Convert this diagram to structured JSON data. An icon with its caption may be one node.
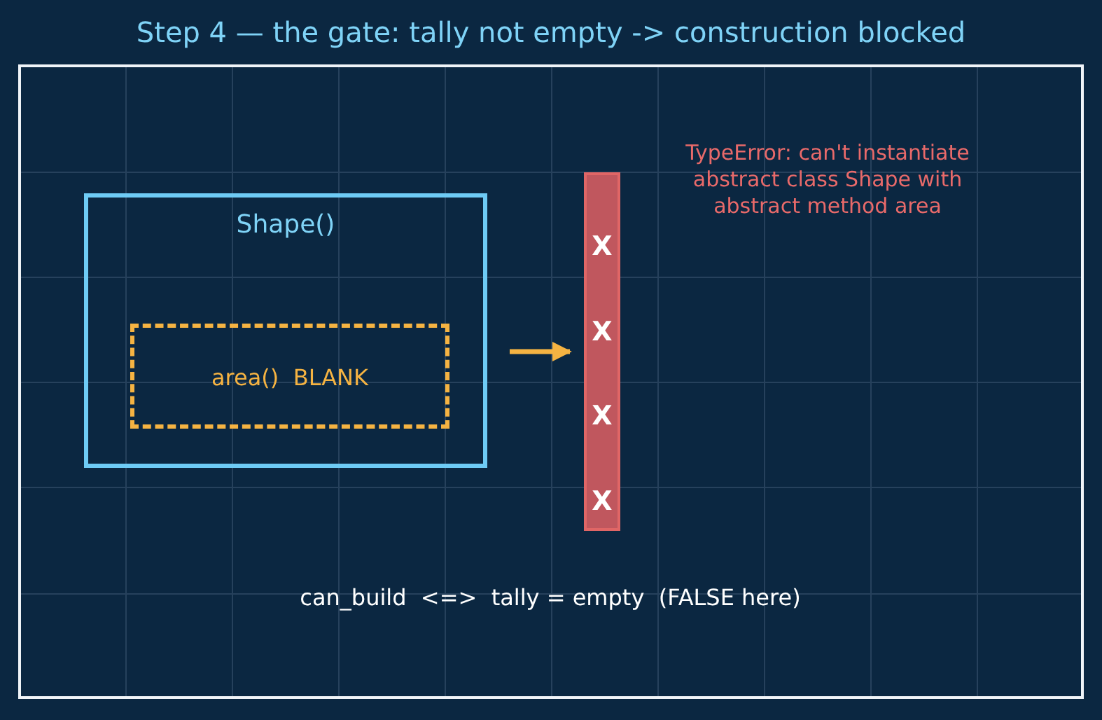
{
  "diagram": {
    "title": "Step 4 — the gate: tally not empty -> construction blocked",
    "nodes": [
      {
        "text": [
          "Shape()"
        ]
      },
      {
        "text": [
          "area()  BLANK"
        ],
        "in": 0
      },
      {
        "text": [
          "X",
          "X",
          "X",
          "X"
        ]
      }
    ],
    "edges": [
      {
        "from": 0,
        "to": 2,
        "arrow": "to",
        "color": "#f5b342"
      }
    ],
    "labels": [
      "TypeError: can't instantiate abstract class Shape with abstract method area",
      "can_build  <=>  tally = empty  (FALSE here)"
    ]
  }
}
